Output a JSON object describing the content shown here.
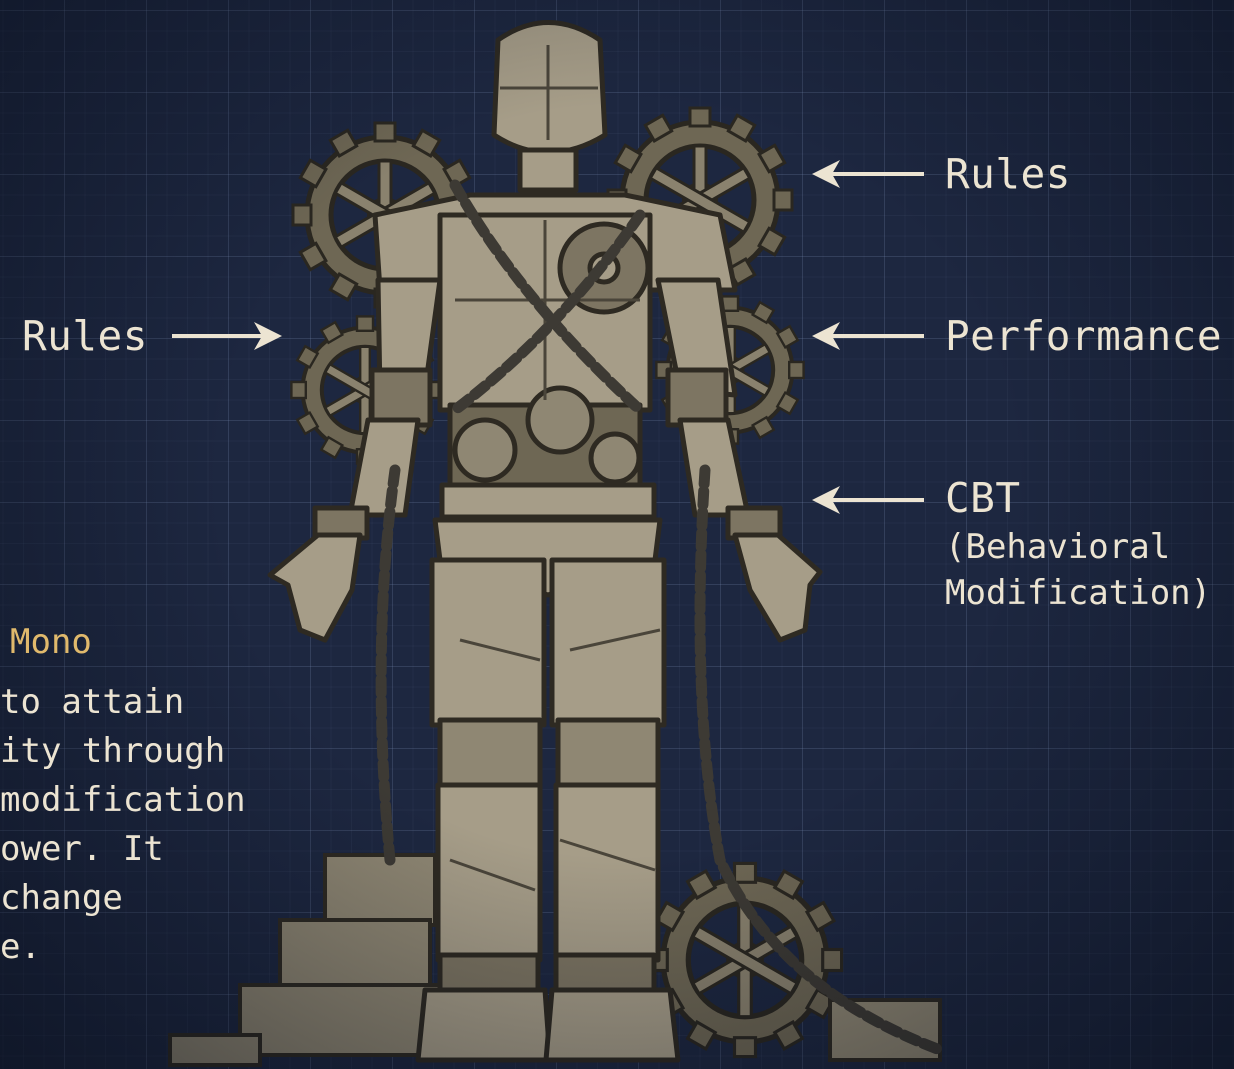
{
  "colors": {
    "background": "#1d2740",
    "grid": "#7a8cb4",
    "text": "#ece4d2",
    "accent_text": "#e0b96c",
    "stone": "#a69d88",
    "chain": "#3d3a34"
  },
  "labels": {
    "left_rules": "Rules",
    "right_rules": "Rules",
    "right_performance": "Performance",
    "right_cbt_title": "CBT",
    "right_cbt_sub": "(Behavioral\nModification)"
  },
  "side_note": {
    "heading": "Mono",
    "lines": "to attain\nity through\nmodification\nower. It\nchange\ne."
  },
  "icons": [
    "arrow-right-icon",
    "arrow-left-icon",
    "gear-icon",
    "chain-icon"
  ]
}
